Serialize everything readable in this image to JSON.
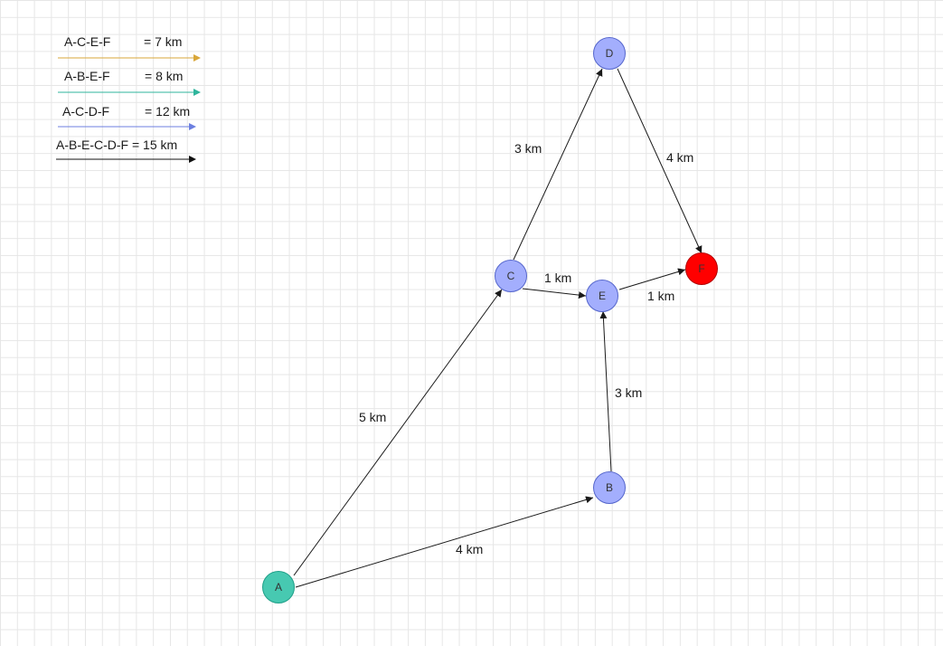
{
  "nodes": [
    {
      "id": "A",
      "label": "A",
      "fill": "#47c9b1"
    },
    {
      "id": "B",
      "label": "B",
      "fill": "#a3aefd"
    },
    {
      "id": "C",
      "label": "C",
      "fill": "#a3aefd"
    },
    {
      "id": "D",
      "label": "D",
      "fill": "#a3aefd"
    },
    {
      "id": "E",
      "label": "E",
      "fill": "#a3aefd"
    },
    {
      "id": "F",
      "label": "F",
      "fill": "#ff0000"
    }
  ],
  "edges": [
    {
      "from": "A",
      "to": "C",
      "label": "5 km"
    },
    {
      "from": "A",
      "to": "B",
      "label": "4 km"
    },
    {
      "from": "C",
      "to": "D",
      "label": "3 km"
    },
    {
      "from": "D",
      "to": "F",
      "label": "4 km"
    },
    {
      "from": "C",
      "to": "E",
      "label": "1 km"
    },
    {
      "from": "E",
      "to": "F",
      "label": "1 km"
    },
    {
      "from": "B",
      "to": "E",
      "label": "3 km"
    }
  ],
  "legend": [
    {
      "route": "A-C-E-F",
      "distance": "= 7 km",
      "color": "#d9a73a"
    },
    {
      "route": "A-B-E-F",
      "distance": "= 8 km",
      "color": "#2fb59c"
    },
    {
      "route": "A-C-D-F",
      "distance": "= 12 km",
      "color": "#6c7fe0"
    },
    {
      "route": "A-B-E-C-D-F = 15 km",
      "distance": "",
      "color": "#111111"
    }
  ],
  "colors": {
    "edge": "#1a1a1a",
    "node_stroke": "#5566cc",
    "start_stroke": "#1f9f88",
    "goal_stroke": "#b30000"
  }
}
